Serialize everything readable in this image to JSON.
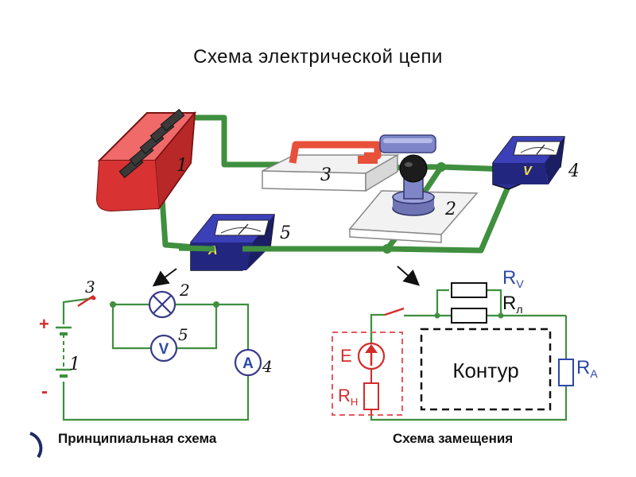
{
  "title": "Схема электрической цепи",
  "pictorial": {
    "labels": {
      "battery": "1",
      "lamp": "2",
      "switch": "3",
      "voltmeter": "4",
      "ammeter": "5"
    },
    "voltmeter_letter": "V",
    "ammeter_letter": "A"
  },
  "principal": {
    "caption": "Принципиальная схема",
    "plus": "+",
    "minus": "-",
    "labels": {
      "battery": "1",
      "lamp": "2",
      "switch": "3",
      "ammeter": "4",
      "voltmeter": "5"
    },
    "voltmeter_letter": "V",
    "ammeter_letter": "A"
  },
  "equivalent": {
    "caption": "Схема замещения",
    "contour": "Контур",
    "source": "E",
    "R": "R",
    "sub_v": "V",
    "sub_l": "л",
    "sub_a": "A",
    "sub_n": "Н"
  },
  "colors": {
    "wire_green": "#3f8f3f",
    "battery_red": "#e03a3a",
    "meter_blue": "#2b2f9a",
    "dashed_red": "#e8585f",
    "accent_blue": "#2d48a8"
  }
}
